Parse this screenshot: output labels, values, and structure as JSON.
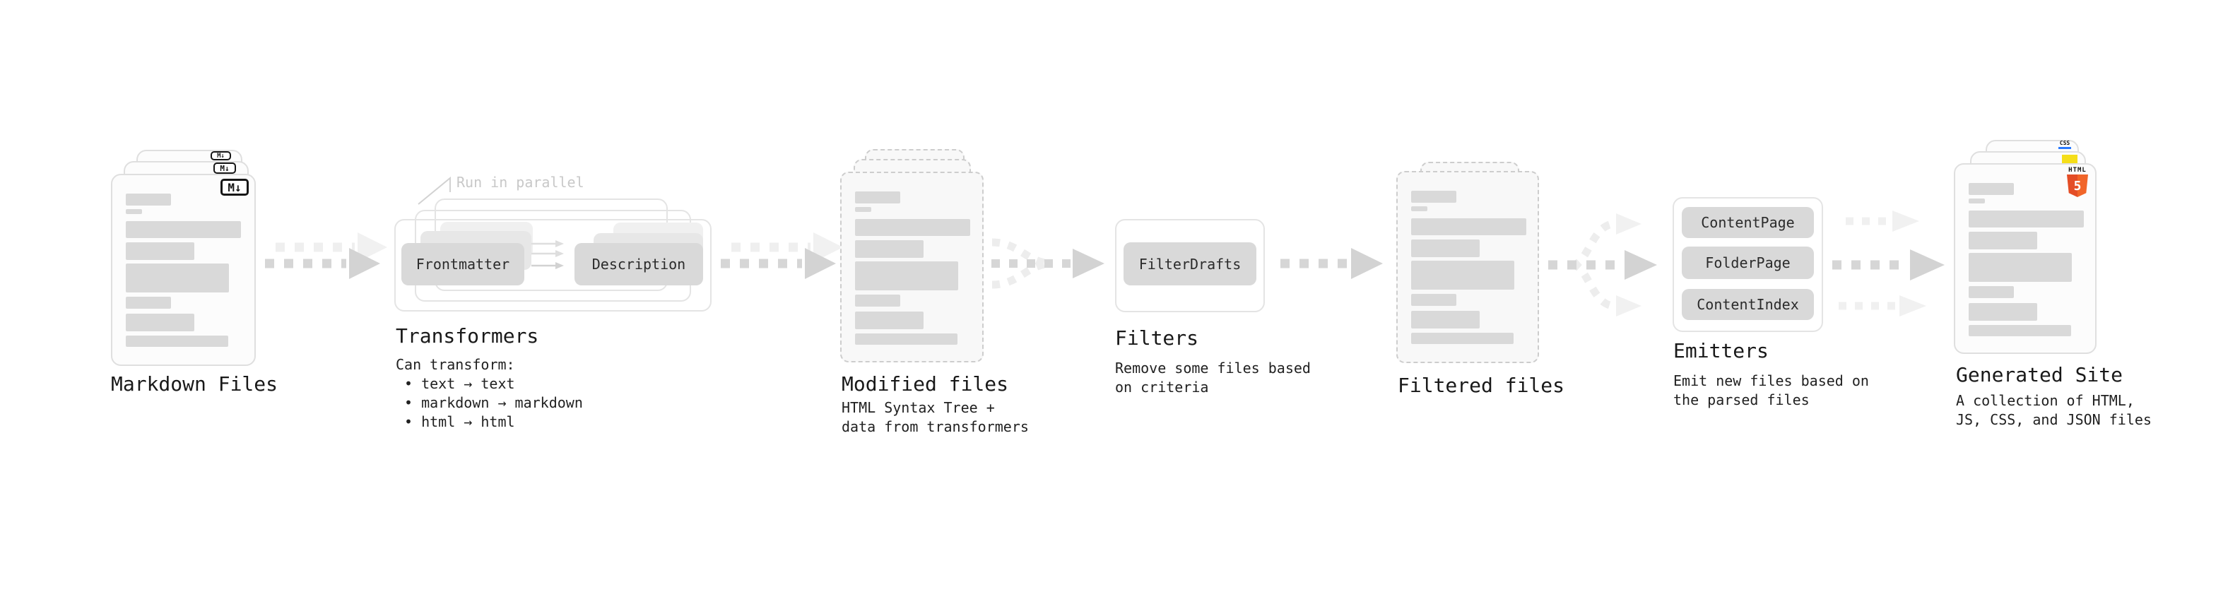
{
  "stages": {
    "markdown_files": {
      "title": "Markdown Files",
      "file_icon": "M↓"
    },
    "transformers": {
      "title": "Transformers",
      "annotation": "Run in parallel",
      "node_front": "Frontmatter",
      "node_back": "Description",
      "body": [
        "Can transform:",
        "• text → text",
        "• markdown → markdown",
        "• html → html"
      ]
    },
    "modified_files": {
      "title": "Modified files",
      "body": [
        "HTML Syntax Tree +",
        "data from transformers"
      ]
    },
    "filters": {
      "title": "Filters",
      "node": "FilterDrafts",
      "body": [
        "Remove some files based",
        "on criteria"
      ]
    },
    "filtered_files": {
      "title": "Filtered files"
    },
    "emitters": {
      "title": "Emitters",
      "nodes": [
        "ContentPage",
        "FolderPage",
        "ContentIndex"
      ],
      "body": [
        "Emit new files based on",
        "the parsed files"
      ]
    },
    "generated_site": {
      "title": "Generated Site",
      "body": [
        "A collection of HTML,",
        "JS, CSS, and JSON files"
      ],
      "badges": {
        "html_label": "HTML",
        "html_number": "5",
        "css_label": "CSS"
      }
    }
  },
  "colors": {
    "html5_orange": "#f16529",
    "js_yellow": "#f5de19",
    "css_blue": "#2979ff",
    "node_gray": "#d9d9d9",
    "arrow_dark": "#d6d6d6",
    "arrow_light": "#eeeeee",
    "annotation_gray": "#c8c8c8"
  }
}
